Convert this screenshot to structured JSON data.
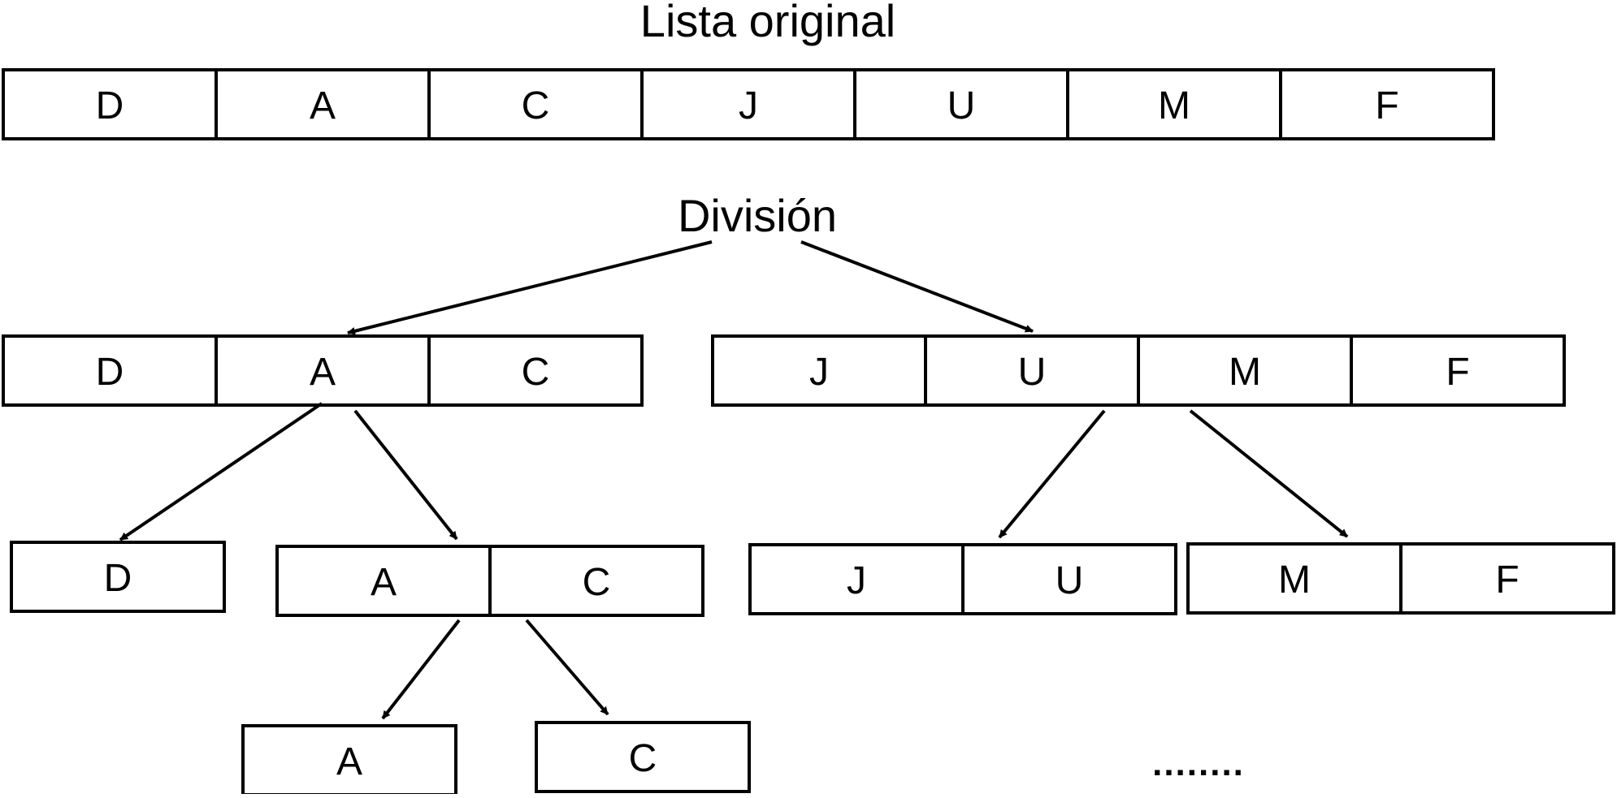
{
  "title": "Lista original",
  "division_label": "División",
  "ellipsis": "........",
  "colors": {
    "stroke": "#000000",
    "background": "#ffffff"
  },
  "lists": {
    "original": [
      "D",
      "A",
      "C",
      "J",
      "U",
      "M",
      "F"
    ],
    "level1_left": [
      "D",
      "A",
      "C"
    ],
    "level1_right": [
      "J",
      "U",
      "M",
      "F"
    ],
    "level2_d": [
      "D"
    ],
    "level2_ac": [
      "A",
      "C"
    ],
    "level2_ju": [
      "J",
      "U"
    ],
    "level2_mf": [
      "M",
      "F"
    ],
    "level3_a": [
      "A"
    ],
    "level3_c": [
      "C"
    ]
  }
}
